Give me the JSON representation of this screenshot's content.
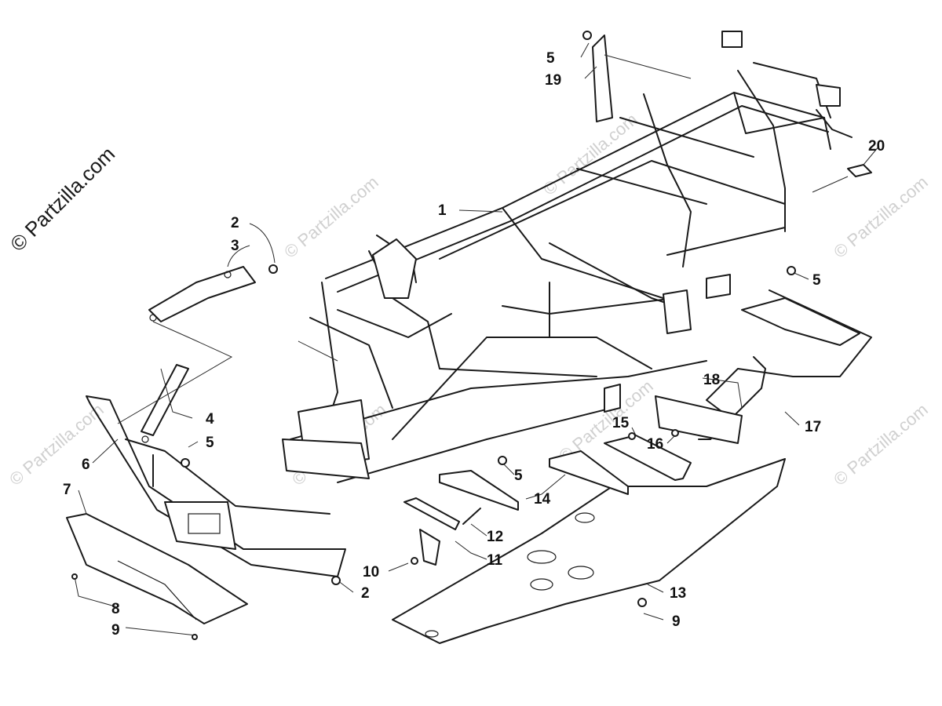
{
  "watermark": {
    "main": "© Partzilla.com",
    "faint": "© Partzilla.com"
  },
  "callouts": {
    "c1": "1",
    "c2a": "2",
    "c2b": "2",
    "c3": "3",
    "c4": "4",
    "c5a": "5",
    "c5b": "5",
    "c5c": "5",
    "c5d": "5",
    "c6": "6",
    "c7": "7",
    "c8": "8",
    "c9a": "9",
    "c9b": "9",
    "c10": "10",
    "c11": "11",
    "c12": "12",
    "c13": "13",
    "c14": "14",
    "c15": "15",
    "c16": "16",
    "c17": "17",
    "c18": "18",
    "c19": "19",
    "c20": "20"
  }
}
